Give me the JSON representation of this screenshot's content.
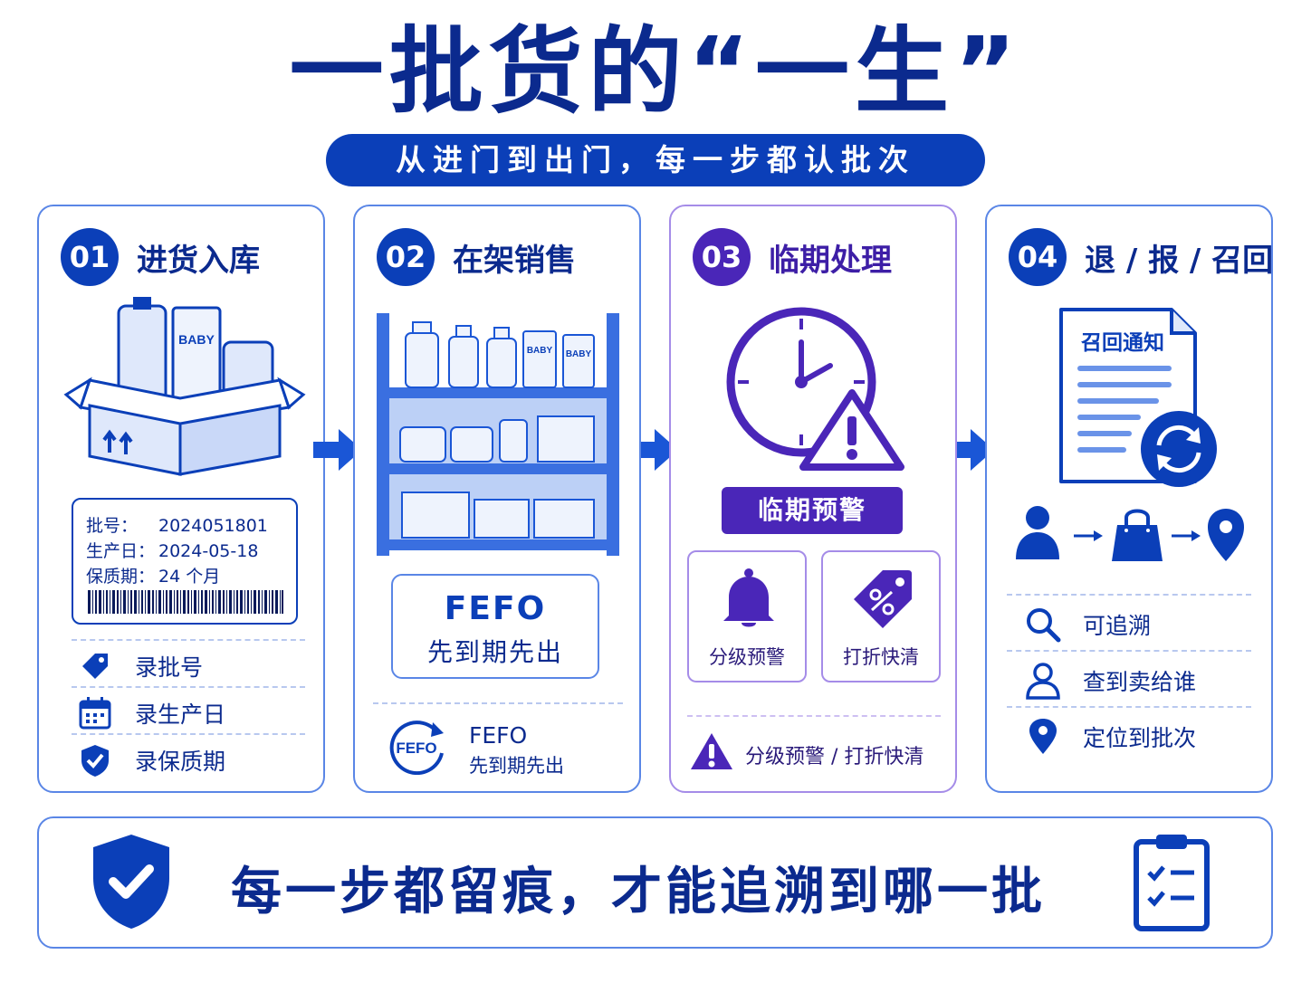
{
  "header": {
    "title": "一批货的“一生”",
    "subtitle": "从进门到出门，每一步都认批次"
  },
  "steps": [
    {
      "num": "01",
      "title": "进货入库",
      "box_label": "BABY",
      "label_card": {
        "rows": [
          {
            "k": "批号：",
            "v": "2024051801"
          },
          {
            "k": "生产日：",
            "v": "2024-05-18"
          },
          {
            "k": "保质期：",
            "v": "24 个月"
          }
        ]
      },
      "items": [
        "录批号",
        "录生产日",
        "录保质期"
      ]
    },
    {
      "num": "02",
      "title": "在架销售",
      "shelf_labels": [
        "BABY",
        "BABY"
      ],
      "fefo_big": "FEFO",
      "fefo_sub": "先到期先出",
      "bottom_icon_text": "FEFO",
      "bottom_title": "FEFO",
      "bottom_sub": "先到期先出"
    },
    {
      "num": "03",
      "title": "临期处理",
      "badge": "临期预警",
      "mini": [
        "分级预警",
        "打折快清"
      ],
      "bottom_text": "分级预警 / 打折快清"
    },
    {
      "num": "04",
      "title": "退 / 报 / 召回",
      "doc_title": "召回通知",
      "items": [
        "可追溯",
        "查到卖给谁",
        "定位到批次"
      ]
    }
  ],
  "footer": {
    "text": "每一步都留痕，才能追溯到哪一批"
  },
  "colors": {
    "primary": "#0b3fb8",
    "navy": "#0b2a8e",
    "purple": "#4a26b8",
    "border_blue": "#5a86e6",
    "border_purple": "#a58ce8"
  }
}
